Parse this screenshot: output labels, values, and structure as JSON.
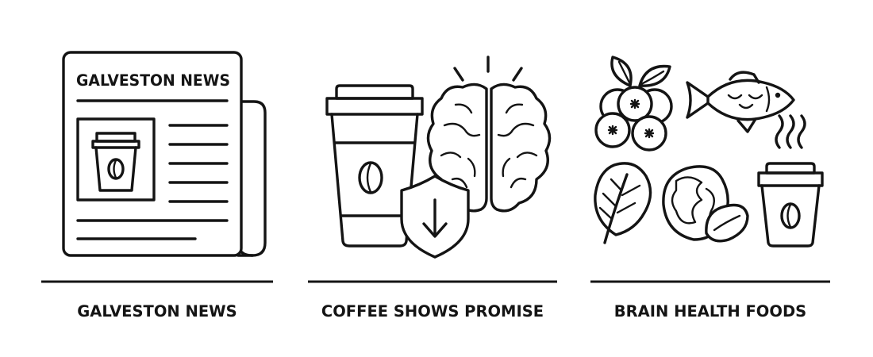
{
  "panels": [
    {
      "masthead": "GALVESTON NEWS",
      "caption": "GALVESTON NEWS"
    },
    {
      "caption": "COFFEE SHOWS PROMISE"
    },
    {
      "caption": "BRAIN HEALTH FOODS"
    }
  ],
  "colors": {
    "ink": "#141414",
    "background": "#ffffff"
  },
  "icons": [
    "newspaper-icon",
    "coffee-cup-icon",
    "brain-icon",
    "shield-arrow-icon",
    "berries-icon",
    "fish-icon",
    "spinach-leaf-icon",
    "walnut-icon",
    "almond-icon",
    "hot-coffee-cup-icon"
  ]
}
